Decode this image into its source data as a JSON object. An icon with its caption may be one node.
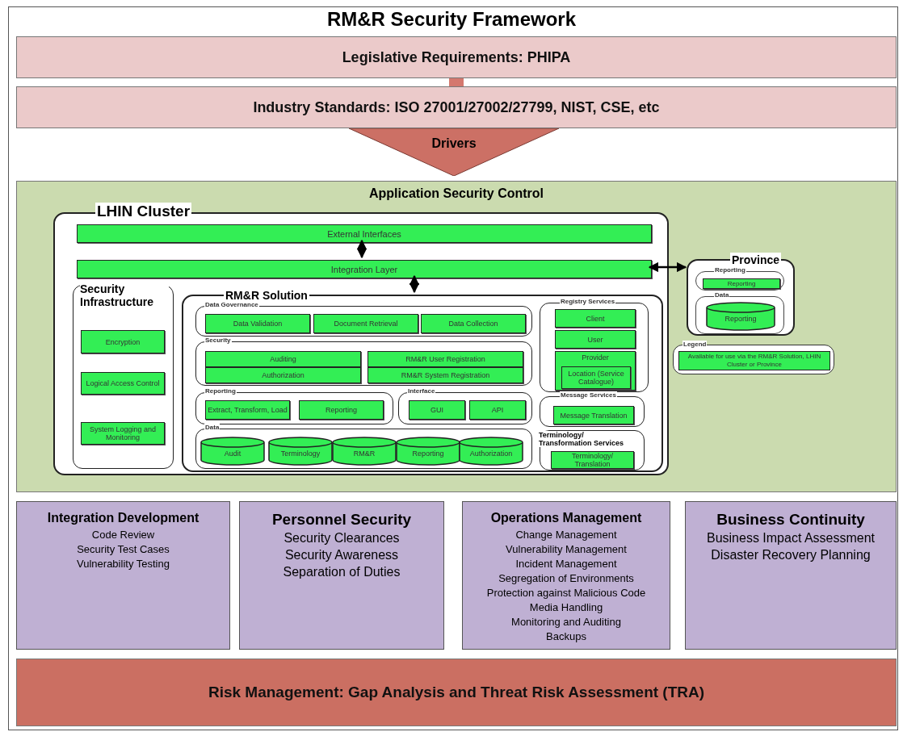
{
  "diagram": {
    "title": "RM&R Security Framework",
    "nodes": [
      {
        "text": [
          "Legislative Requirements: PHIPA"
        ]
      },
      {
        "text": [
          "Industry Standards: ISO 27001/27002/27799, NIST, CSE, etc"
        ]
      },
      {
        "text": [
          "Drivers"
        ]
      },
      {
        "text": [
          "Application Security Control"
        ]
      },
      {
        "text": [
          "LHIN Cluster"
        ],
        "in": 3
      },
      {
        "text": [
          "External Interfaces"
        ],
        "in": 4
      },
      {
        "text": [
          "Integration Layer"
        ],
        "in": 4
      },
      {
        "text": [
          "Security Infrastructure"
        ],
        "in": 4
      },
      {
        "text": [
          "Encryption"
        ],
        "in": 7
      },
      {
        "text": [
          "Logical Access Control"
        ],
        "in": 7
      },
      {
        "text": [
          "System Logging and Monitoring"
        ],
        "in": 7
      },
      {
        "text": [
          "RM&R Solution"
        ],
        "in": 4
      },
      {
        "text": [
          "Data Governance"
        ],
        "in": 11
      },
      {
        "text": [
          "Data Validation"
        ],
        "in": 12
      },
      {
        "text": [
          "Document Retrieval"
        ],
        "in": 12
      },
      {
        "text": [
          "Data Collection"
        ],
        "in": 12
      },
      {
        "text": [
          "Security"
        ],
        "in": 11
      },
      {
        "text": [
          "Auditing"
        ],
        "in": 16
      },
      {
        "text": [
          "RM&R User Registration"
        ],
        "in": 16
      },
      {
        "text": [
          "Authorization"
        ],
        "in": 16
      },
      {
        "text": [
          "RM&R System Registration"
        ],
        "in": 16
      },
      {
        "text": [
          "Reporting"
        ],
        "in": 11
      },
      {
        "text": [
          "Extract, Transform, Load"
        ],
        "in": 21
      },
      {
        "text": [
          "Reporting"
        ],
        "in": 21
      },
      {
        "text": [
          "Interface"
        ],
        "in": 11
      },
      {
        "text": [
          "GUI"
        ],
        "in": 24
      },
      {
        "text": [
          "API"
        ],
        "in": 24
      },
      {
        "text": [
          "Data"
        ],
        "in": 11
      },
      {
        "text": [
          "Audit"
        ],
        "in": 27
      },
      {
        "text": [
          "Terminology"
        ],
        "in": 27
      },
      {
        "text": [
          "RM&R"
        ],
        "in": 27
      },
      {
        "text": [
          "Reporting"
        ],
        "in": 27
      },
      {
        "text": [
          "Authorization"
        ],
        "in": 27
      },
      {
        "text": [
          "Registry Services"
        ],
        "in": 11
      },
      {
        "text": [
          "Client"
        ],
        "in": 33
      },
      {
        "text": [
          "User"
        ],
        "in": 33
      },
      {
        "text": [
          "Provider"
        ],
        "in": 33
      },
      {
        "text": [
          "Location (Service Catalogue)"
        ],
        "in": 36
      },
      {
        "text": [
          "Message Services"
        ],
        "in": 11
      },
      {
        "text": [
          "Message Translation"
        ],
        "in": 38
      },
      {
        "text": [
          "Terminology/ Transformation Services"
        ],
        "in": 11
      },
      {
        "text": [
          "Terminology/ Translation"
        ],
        "in": 40
      },
      {
        "text": [
          "Province"
        ],
        "in": 3
      },
      {
        "text": [
          "Reporting"
        ],
        "in": 42
      },
      {
        "text": [
          "Reporting"
        ],
        "in": 43
      },
      {
        "text": [
          "Data"
        ],
        "in": 42
      },
      {
        "text": [
          "Reporting"
        ],
        "in": 45
      },
      {
        "text": [
          "Integration Development",
          "Code Review",
          "Security Test Cases",
          "Vulnerability Testing"
        ]
      },
      {
        "text": [
          "Personnel Security",
          "Security Clearances",
          "Security Awareness",
          "Separation of Duties"
        ]
      },
      {
        "text": [
          "Operations Management",
          "Change Management",
          "Vulnerability Management",
          "Incident Management",
          "Segregation of Environments",
          "Protection against Malicious Code",
          "Media Handling",
          "Monitoring and Auditing",
          "Backups"
        ]
      },
      {
        "text": [
          "Business Continuity",
          "Business Impact Assessment",
          "Disaster Recovery Planning"
        ]
      },
      {
        "text": [
          "Risk Management: Gap Analysis and Threat Risk Assessment (TRA)"
        ]
      }
    ],
    "edges": [
      {
        "from": 0,
        "to": 1,
        "arrow": "none",
        "style": "thick",
        "color": "#d4786e"
      },
      {
        "from": 5,
        "to": 6,
        "arrow": "both"
      },
      {
        "from": 6,
        "to": 11,
        "arrow": "both"
      },
      {
        "from": 6,
        "to": 42,
        "arrow": "both"
      }
    ],
    "labels": [
      "Legend"
    ],
    "legend": [
      {
        "text": "Available for use via the RM&R Solution, LHIN Cluster or Province",
        "color": "#33ee55"
      }
    ]
  }
}
